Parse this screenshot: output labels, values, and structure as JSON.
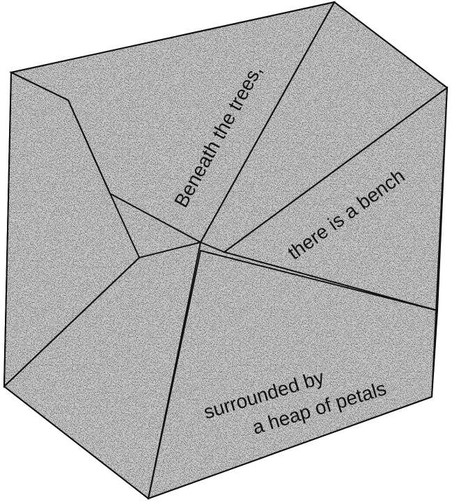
{
  "captions": {
    "line_1": "Beneath the trees,",
    "line_2": "there is a bench",
    "line_3a": "surrounded by",
    "line_3b": "a heap of petals"
  },
  "colors": {
    "surface": "#c9c9c9",
    "speckle": "#1a1a1a",
    "outline": "#111111",
    "background": "#ffffff"
  }
}
